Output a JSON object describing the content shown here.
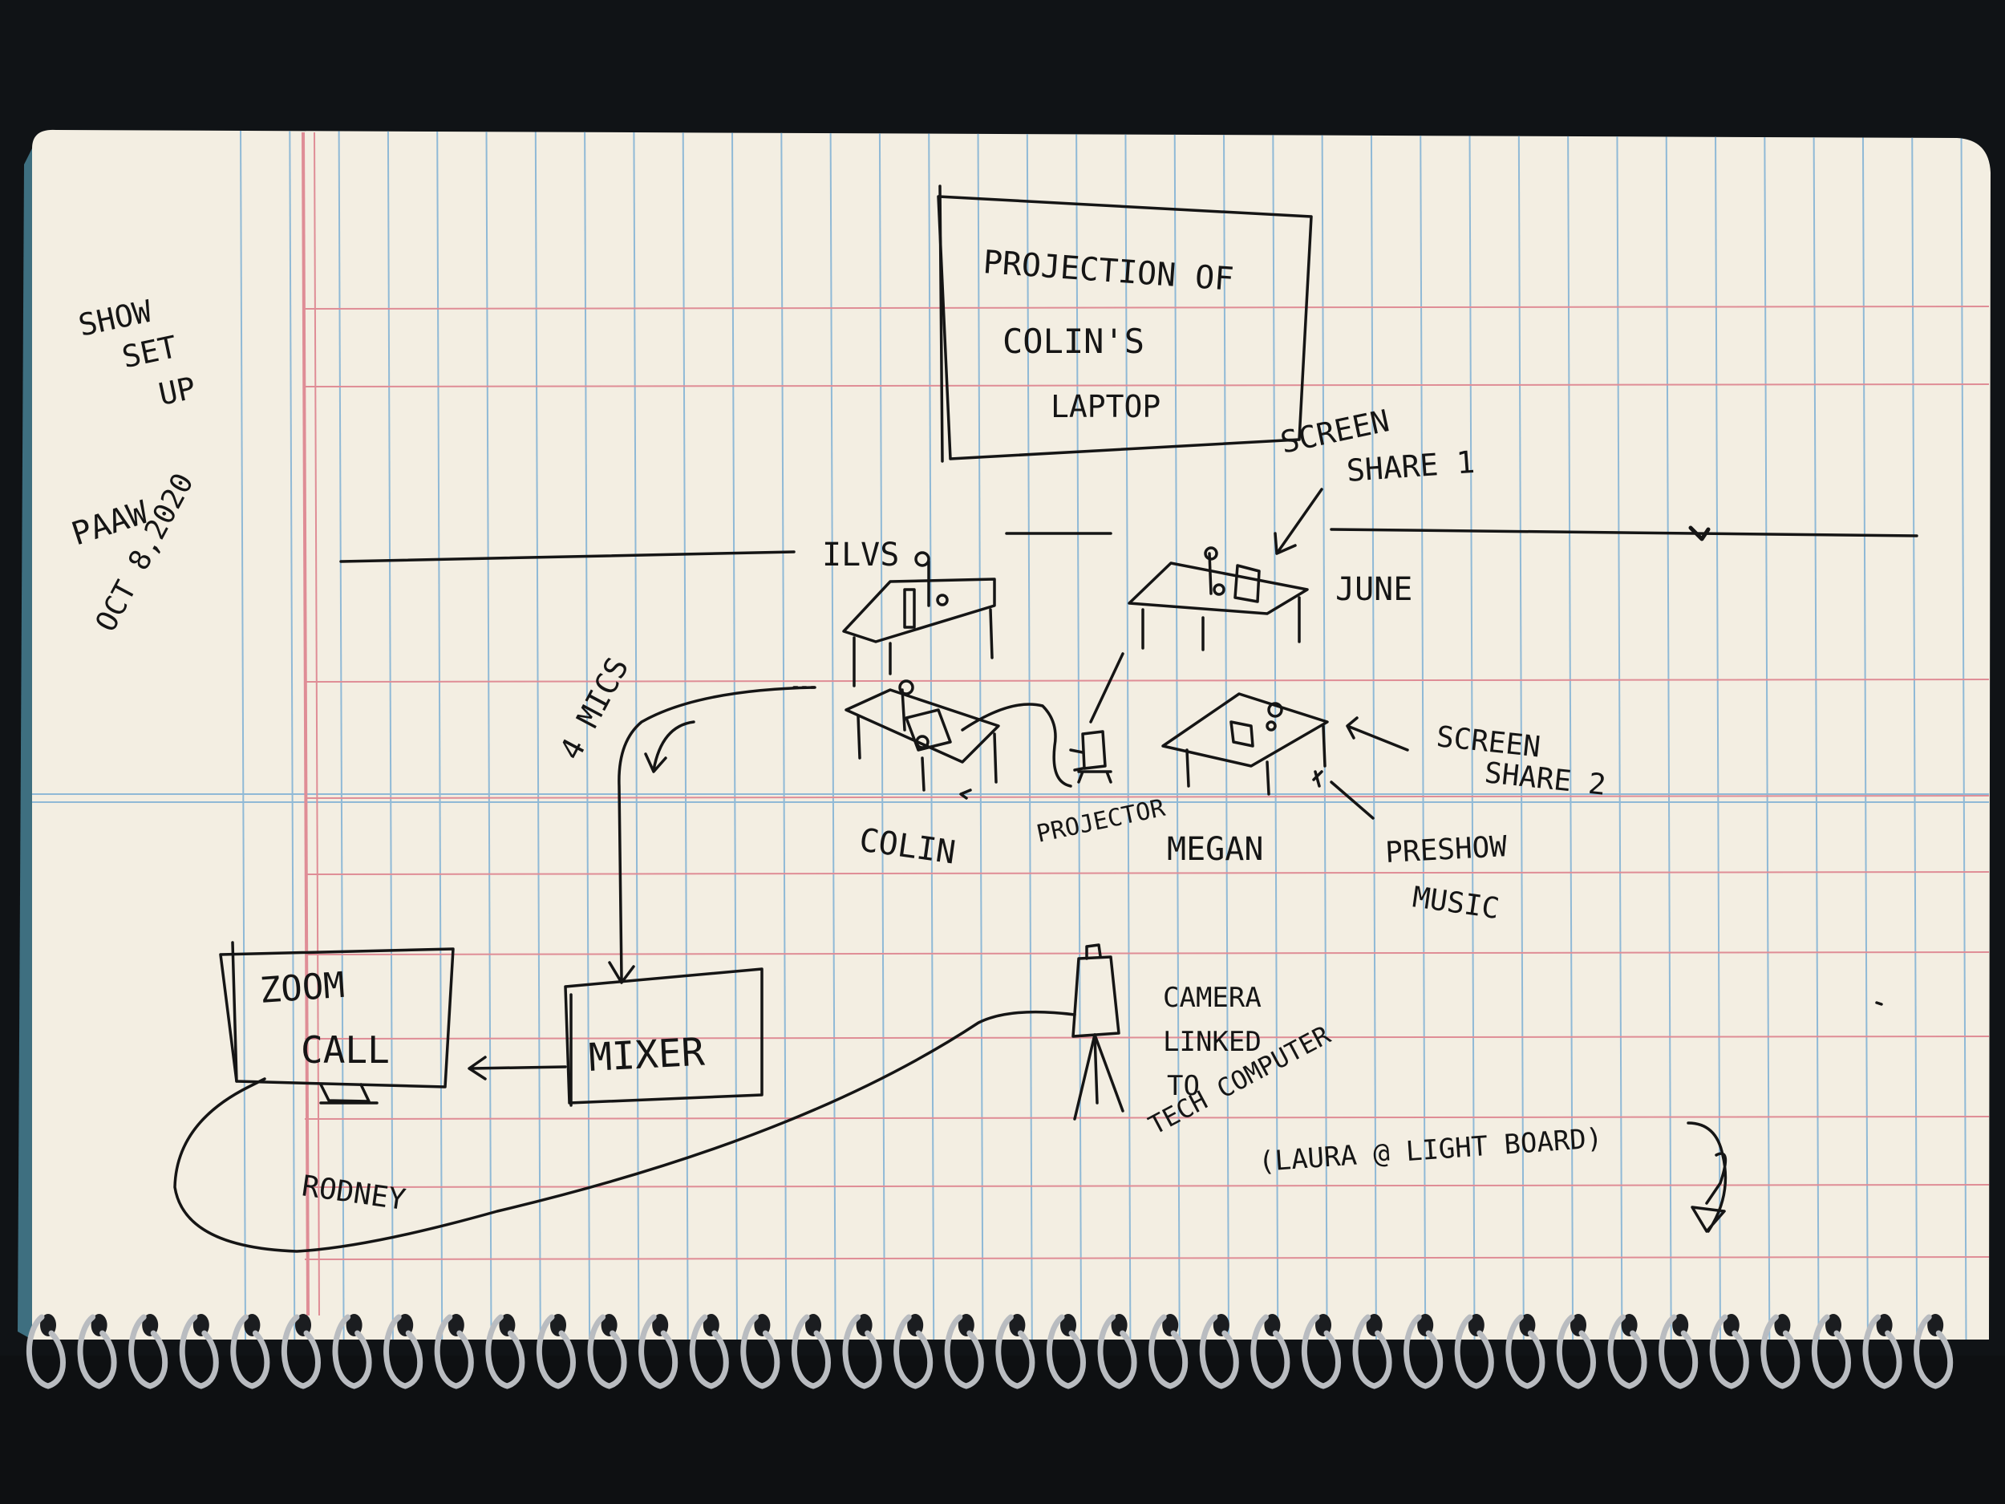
{
  "colors": {
    "background": "#101316",
    "paper": "#f3eee2",
    "grid_blue": "#8fb9d6",
    "rule_red": "#df8d96",
    "ink": "#151515",
    "spiral": "#b9bcc0"
  },
  "margin_notes": {
    "show_setup": [
      "SHOW",
      "SET",
      "UP"
    ],
    "author": "PAAW",
    "date": "OCT 8,2020"
  },
  "projection": {
    "lines": [
      "PROJECTION OF",
      "COLIN'S",
      "LAPTOP"
    ]
  },
  "labels": {
    "screen_share_1": [
      "SCREEN",
      "SHARE 1"
    ],
    "screen_share_2": [
      "SCREEN",
      "SHARE 2"
    ],
    "preshow_music": [
      "PRESHOW",
      "MUSIC"
    ],
    "ilvs": "ILVS",
    "june": "JUNE",
    "colin": "COLIN",
    "projector": "PROJECTOR",
    "megan": "MEGAN",
    "mics": "4 MICS",
    "zoom_call": [
      "ZOOM",
      "CALL"
    ],
    "mixer": "MIXER",
    "camera": [
      "CAMERA",
      "LINKED",
      "TO",
      "TECH COMPUTER"
    ],
    "laura": "(LAURA @ LIGHT BOARD)",
    "rodney": "RODNEY"
  }
}
